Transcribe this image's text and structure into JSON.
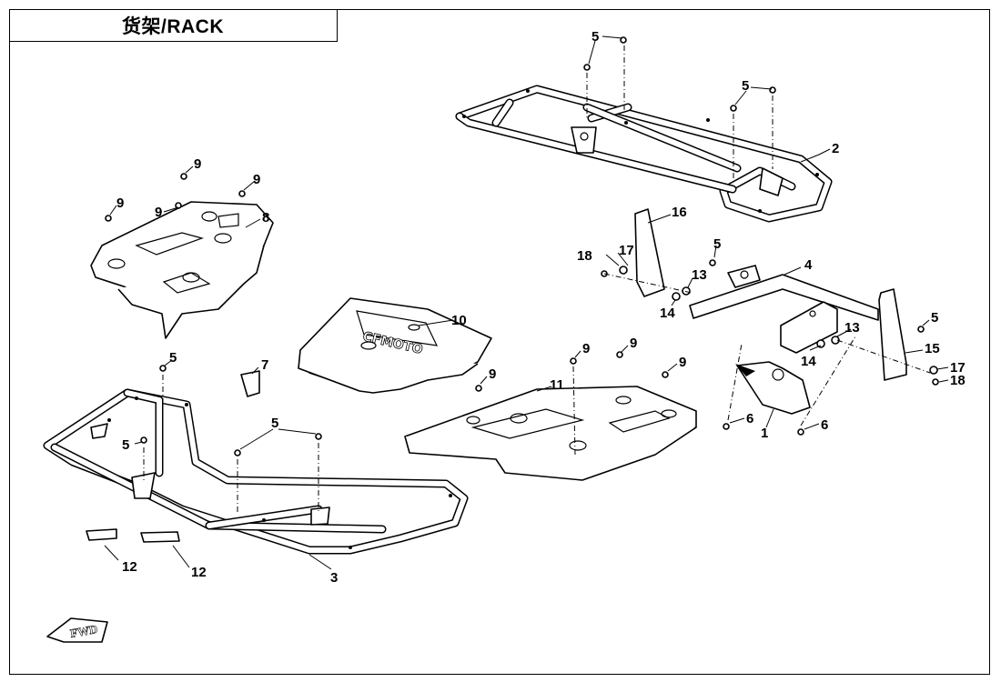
{
  "title": "货架/RACK",
  "callouts": [
    "1",
    "2",
    "3",
    "4",
    "5",
    "6",
    "7",
    "8",
    "9",
    "10",
    "11",
    "12",
    "13",
    "14",
    "15",
    "16",
    "17",
    "18"
  ],
  "emblem_text": "CFMOTO",
  "fwd_text": "FWD"
}
